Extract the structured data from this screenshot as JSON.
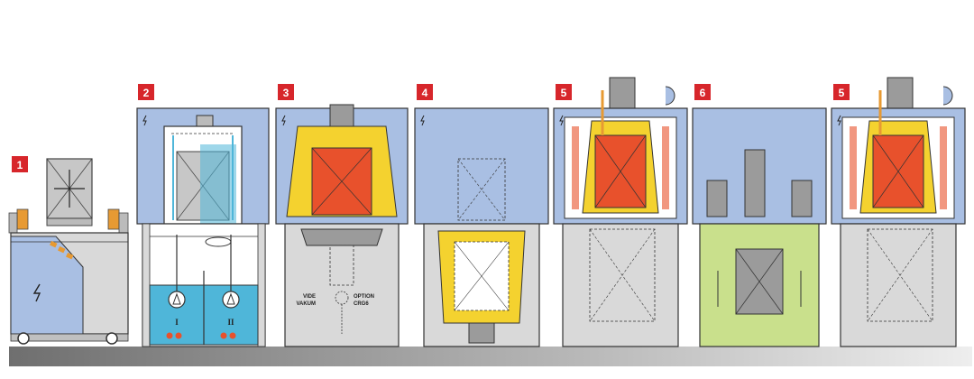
{
  "colors": {
    "hood_blue": "#a9bfe3",
    "frame_grey": "#d9d9d9",
    "dark_grey": "#9b9b9b",
    "label_red": "#d7262b",
    "charge_red": "#e8512c",
    "yellow": "#f4d22f",
    "water_blue": "#4fb6d9",
    "quench_green": "#c9e08c",
    "orange": "#e79a33"
  },
  "stations": [
    {
      "number": "1"
    },
    {
      "number": "2",
      "tank_labels": [
        "I",
        "II"
      ]
    },
    {
      "number": "3",
      "vacuum_label": [
        "VIDE",
        "VAKUM"
      ],
      "option_label": [
        "OPTION",
        "CRG6"
      ]
    },
    {
      "number": "4"
    },
    {
      "number": "5"
    },
    {
      "number": "6"
    },
    {
      "number": "5"
    }
  ]
}
